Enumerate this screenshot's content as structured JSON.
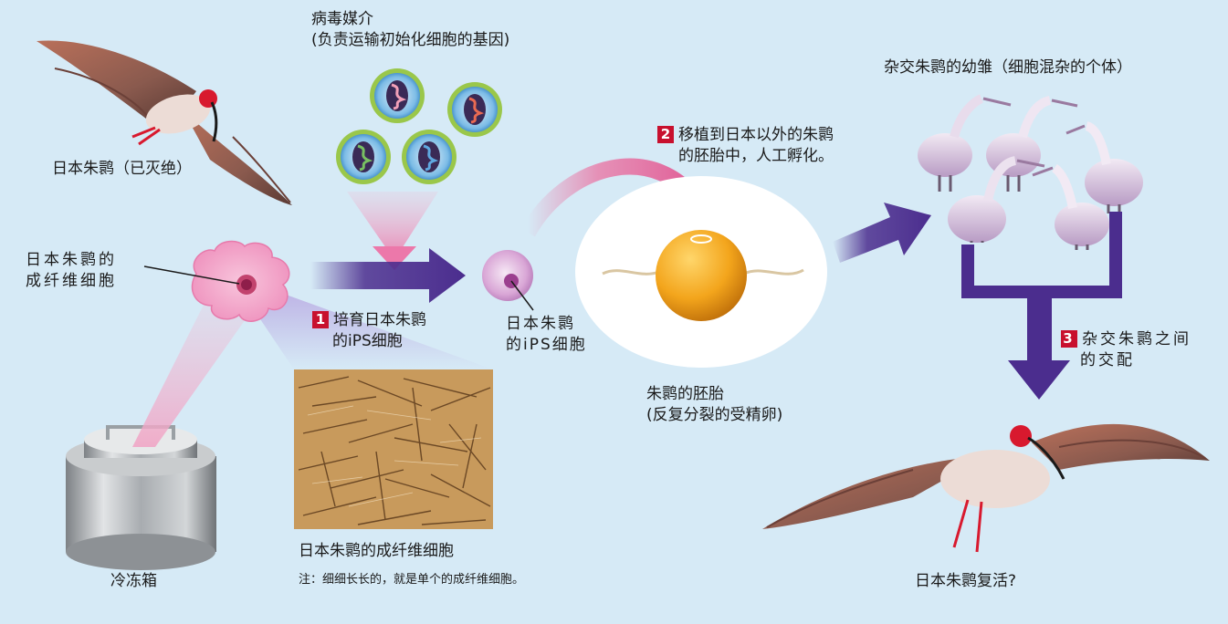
{
  "labels": {
    "virus_vector": [
      "病毒媒介",
      "(负责运输初始化细胞的基因)"
    ],
    "japan_ibis_extinct": "日本朱鹮（已灭绝）",
    "fibroblast": [
      "日本朱鹮的",
      "成纤维细胞"
    ],
    "freezer": "冷冻箱",
    "ips_cell": [
      "日本朱鹮",
      "的iPS细胞"
    ],
    "micro_caption": "日本朱鹮的成纤维细胞",
    "micro_note": "注：细细长长的，就是单个的成纤维细胞。",
    "embryo": [
      "朱鹮的胚胎",
      "(反复分裂的受精卵)"
    ],
    "hybrid_chicks": "杂交朱鹮的幼雏（细胞混杂的个体）",
    "revived": "日本朱鹮复活?"
  },
  "steps": [
    {
      "num": "1",
      "lines": [
        "培育日本朱鹮",
        "的iPS细胞"
      ]
    },
    {
      "num": "2",
      "lines": [
        "移植到日本以外的朱鹮",
        "的胚胎中，人工孵化。"
      ]
    },
    {
      "num": "3",
      "lines": [
        "杂交朱鹮之间",
        "的交配"
      ]
    }
  ],
  "colors": {
    "background": "#d6eaf6",
    "arrow_purple": "#4b2d8e",
    "arrow_pink": "#e97aa7",
    "step_badge": "#c8102e",
    "embryo_gold": "#f3a51c",
    "cell_pink": "#f4a8c8",
    "ibis_red": "#d8192e"
  },
  "icons": [
    "bird-icon",
    "virus-icon",
    "cell-icon",
    "freezer-icon",
    "egg-icon",
    "chick-icon"
  ]
}
